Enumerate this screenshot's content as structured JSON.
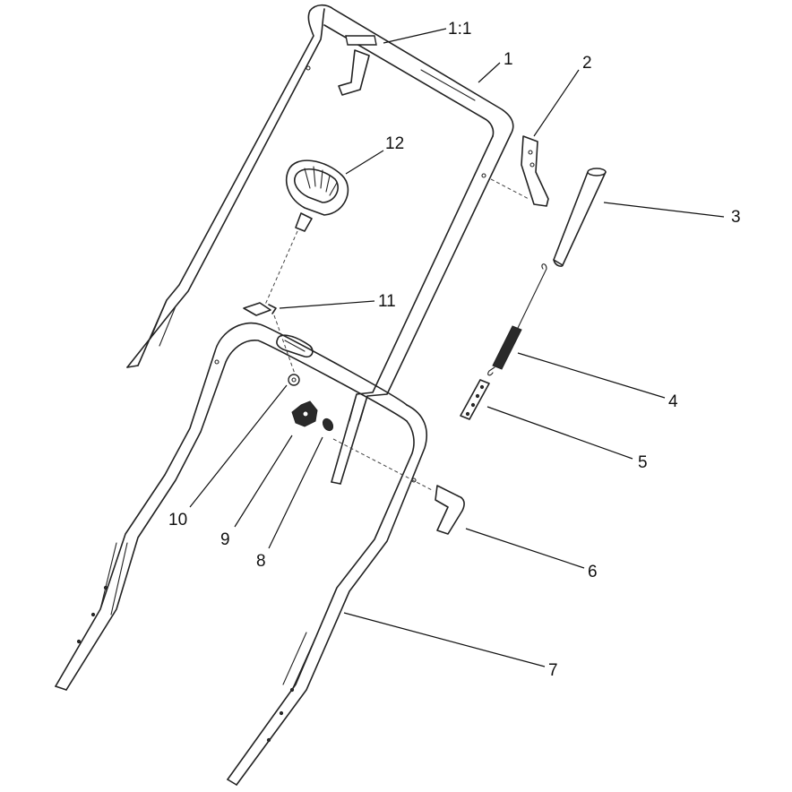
{
  "callouts": [
    {
      "id": "c-1-1",
      "label": "1:1"
    },
    {
      "id": "c-1",
      "label": "1"
    },
    {
      "id": "c-2",
      "label": "2"
    },
    {
      "id": "c-12",
      "label": "12"
    },
    {
      "id": "c-3",
      "label": "3"
    },
    {
      "id": "c-11",
      "label": "11"
    },
    {
      "id": "c-4",
      "label": "4"
    },
    {
      "id": "c-5",
      "label": "5"
    },
    {
      "id": "c-10",
      "label": "10"
    },
    {
      "id": "c-9",
      "label": "9"
    },
    {
      "id": "c-8",
      "label": "8"
    },
    {
      "id": "c-6",
      "label": "6"
    },
    {
      "id": "c-7",
      "label": "7"
    }
  ]
}
